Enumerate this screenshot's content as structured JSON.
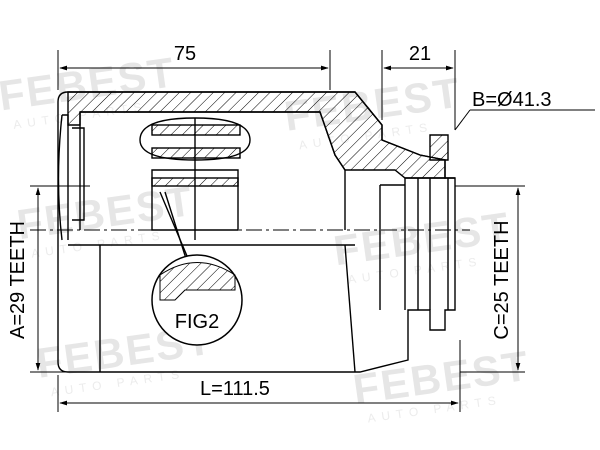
{
  "dimensions": {
    "width_top": "75",
    "width_right": "21",
    "diameter": "B=Ø41.3",
    "length": "L=111.5",
    "teeth_left": "A=29 TEETH",
    "teeth_right": "C=25 TEETH"
  },
  "callout": {
    "label": "FIG2"
  },
  "watermark": {
    "brand": "FEBEST",
    "sub": "AUTO PARTS"
  },
  "colors": {
    "line": "#000000",
    "watermark": "#e6e6e6",
    "background": "#ffffff"
  }
}
